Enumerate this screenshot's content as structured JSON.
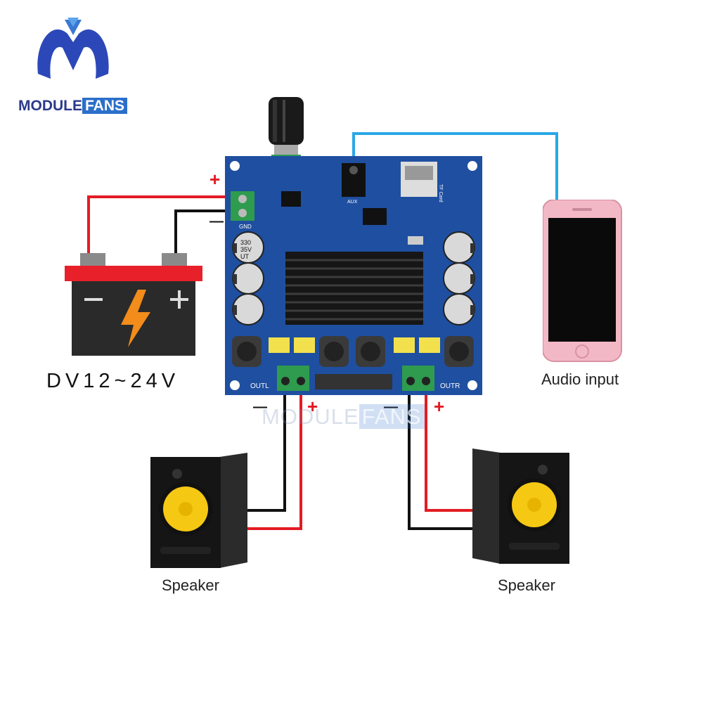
{
  "brand": {
    "text_module": "MODULE",
    "text_fans": "FANS"
  },
  "watermark": {
    "text_module": "MODULE",
    "text_fans": "FANS"
  },
  "battery": {
    "voltage_label": "DV12~24V",
    "minus_symbol": "—",
    "plus_symbol": "+"
  },
  "power_terminal": {
    "plus_sign": "+",
    "minus_sign": "—"
  },
  "outputs": {
    "left": {
      "minus_sign": "—",
      "plus_sign": "+"
    },
    "right": {
      "minus_sign": "—",
      "plus_sign": "+"
    }
  },
  "board": {
    "capacitor_text": [
      "330",
      "35V",
      "UT"
    ],
    "label_outl": "OUTL",
    "label_outr": "OUTR",
    "label_gnd": "GND",
    "label_tf": "TF Card",
    "label_aux": "AUX"
  },
  "phone": {
    "label": "Audio input"
  },
  "speakers": {
    "left_label": "Speaker",
    "right_label": "Speaker"
  },
  "colors": {
    "wire_red": "#e31b23",
    "wire_black": "#111111",
    "wire_blue": "#2aa7e6",
    "board": "#1f4fa0",
    "battery_red": "#e8202a",
    "phone_pink": "#f3b8c5"
  }
}
